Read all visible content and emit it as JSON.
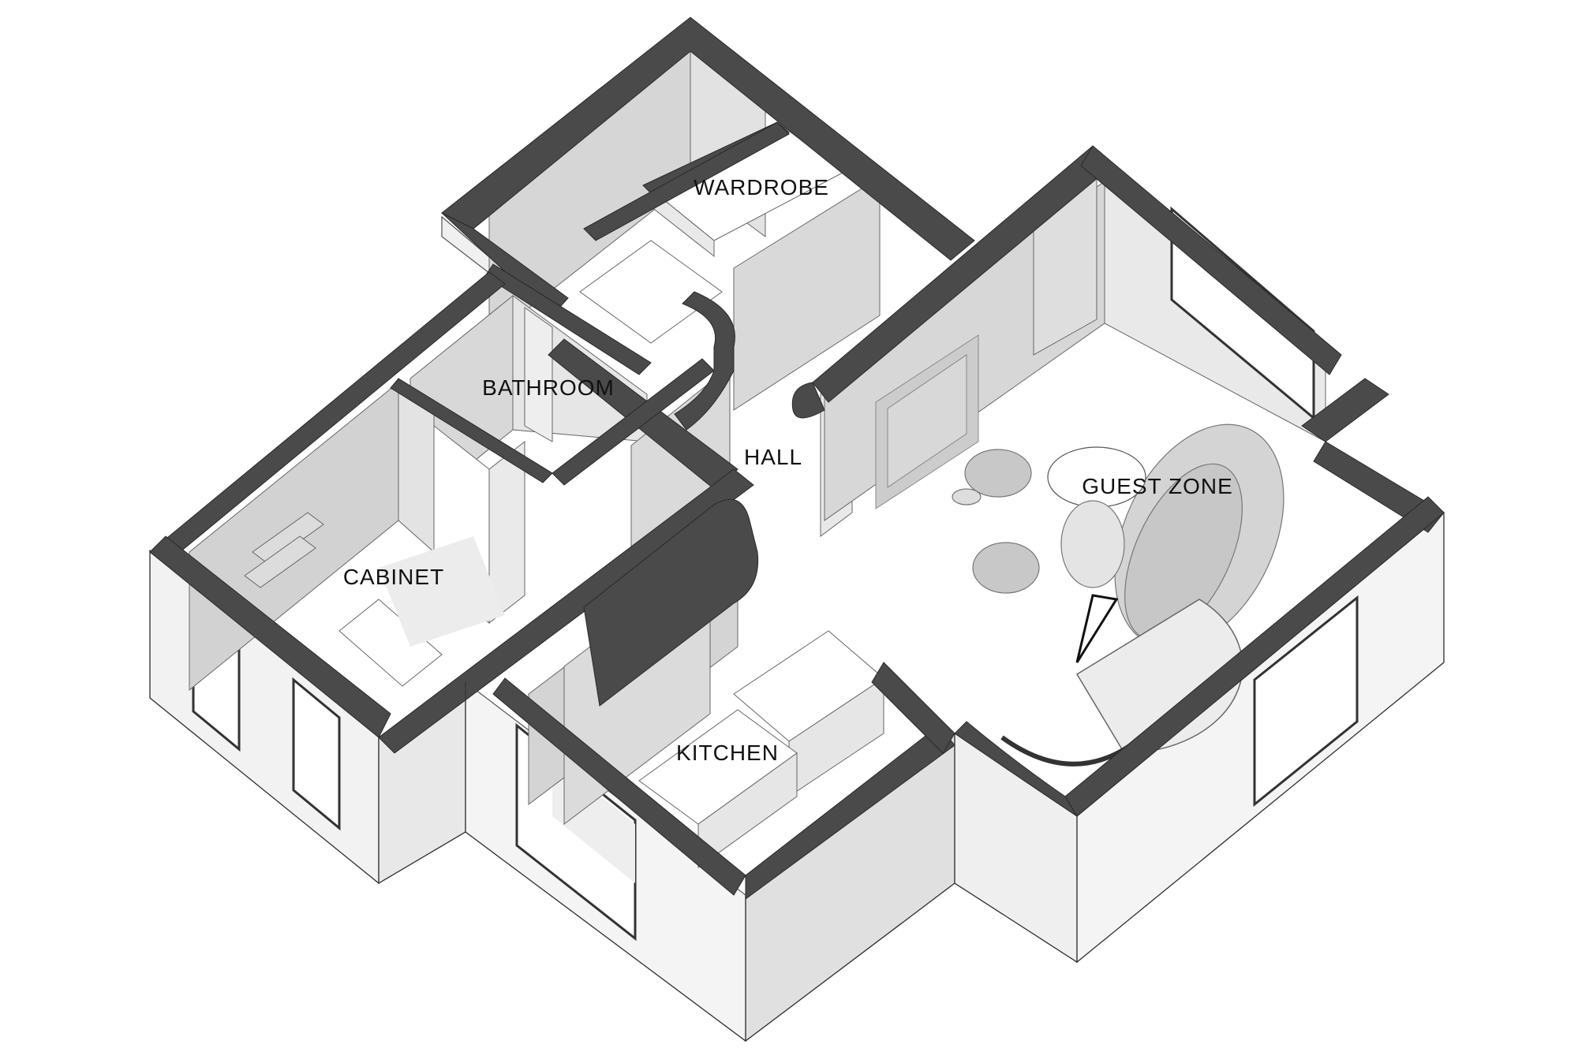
{
  "rooms": {
    "wardrobe": "WARDROBE",
    "bathroom": "BATHROOM",
    "hall": "HALL",
    "guest_zone": "GUEST ZONE",
    "cabinet": "CABINET",
    "kitchen": "KITCHEN"
  },
  "colors": {
    "wall": "#4a4a4a",
    "floor": "#ffffff",
    "interior_wall": "#d4d4d4",
    "exterior_face_light": "#f2f2f2",
    "exterior_face_mid": "#e4e4e4",
    "shadow": "#e6e6e6",
    "furniture": "#cfcfcf",
    "outline": "#333333"
  }
}
